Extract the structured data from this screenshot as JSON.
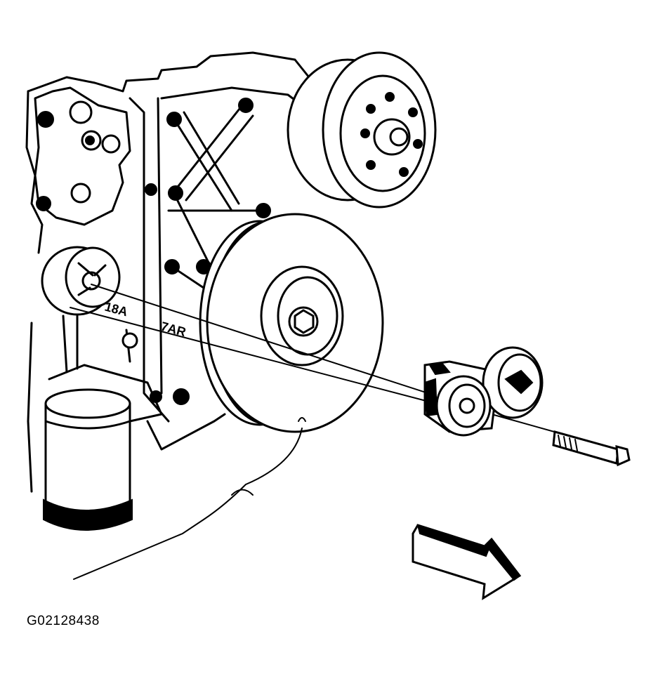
{
  "figure": {
    "id_label": "G02128438",
    "engine_text_1": "18A",
    "engine_text_2": "7AR"
  },
  "colors": {
    "ink": "#000000",
    "background": "#ffffff"
  }
}
